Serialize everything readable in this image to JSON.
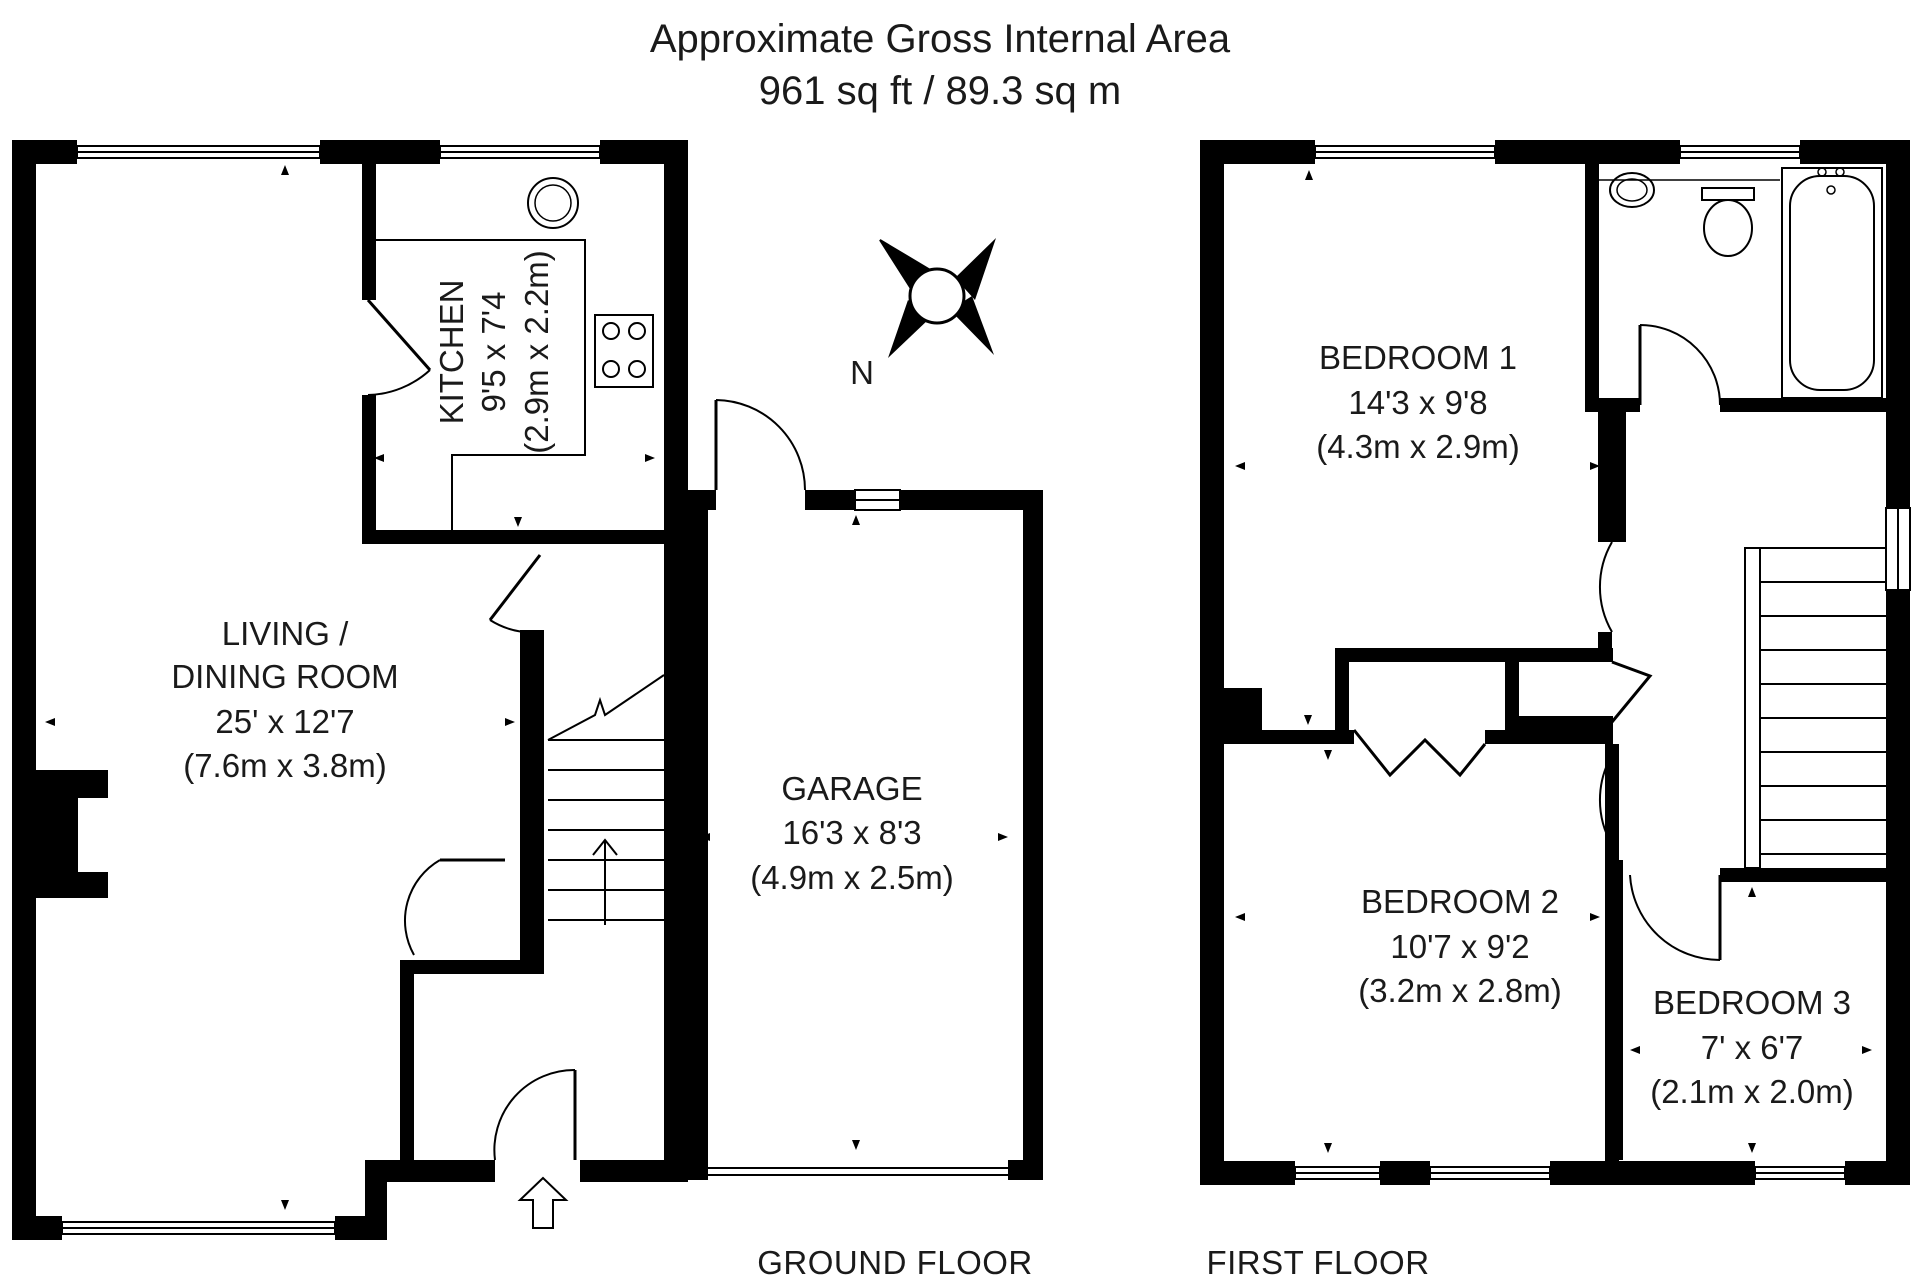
{
  "header": {
    "line1": "Approximate Gross Internal Area",
    "line2": "961 sq ft / 89.3 sq m"
  },
  "compass": {
    "label": "N"
  },
  "rooms": {
    "living": {
      "name1": "LIVING /",
      "name2": "DINING ROOM",
      "dims_imperial": "25' x 12'7",
      "dims_metric": "(7.6m x 3.8m)"
    },
    "kitchen": {
      "name": "KITCHEN",
      "dims_imperial": "9'5 x 7'4",
      "dims_metric": "(2.9m x 2.2m)"
    },
    "garage": {
      "name": "GARAGE",
      "dims_imperial": "16'3 x 8'3",
      "dims_metric": "(4.9m x 2.5m)"
    },
    "bedroom1": {
      "name": "BEDROOM 1",
      "dims_imperial": "14'3 x 9'8",
      "dims_metric": "(4.3m x 2.9m)"
    },
    "bedroom2": {
      "name": "BEDROOM 2",
      "dims_imperial": "10'7 x 9'2",
      "dims_metric": "(3.2m x 2.8m)"
    },
    "bedroom3": {
      "name": "BEDROOM 3",
      "dims_imperial": "7' x 6'7",
      "dims_metric": "(2.1m x 2.0m)"
    }
  },
  "floors": {
    "ground": "GROUND FLOOR",
    "first": "FIRST FLOOR"
  }
}
